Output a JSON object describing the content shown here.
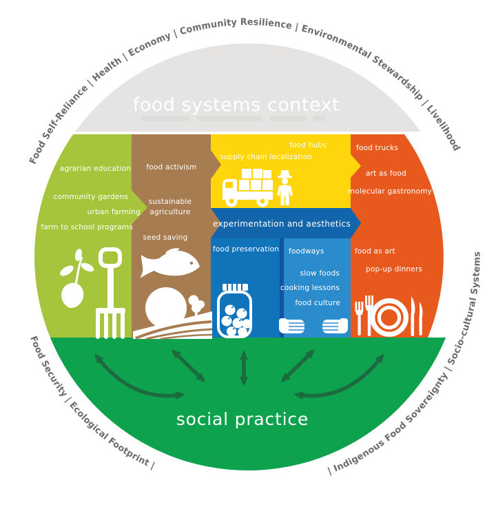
{
  "title": "food systems context",
  "social": {
    "label": "social practice"
  },
  "arcs": {
    "top": "Food Self-Reliance | Health | Economy | Community Resilience | Environmental Stewardship | Livelihood",
    "bottom_left": "Food Security | Ecological Footprint |",
    "bottom_right": "| Indigenous Food Sovereignty | Socio-cultural Systems"
  },
  "bands": {
    "green": {
      "items": [
        "agrarian education",
        "community gardens",
        "urban farming",
        "farm to school programs"
      ]
    },
    "brown": {
      "items": [
        "food activism",
        "sustainable",
        "agriculture",
        "seed saving"
      ]
    },
    "yellow": {
      "items": [
        "food hubs",
        "supply chain localization"
      ]
    },
    "banner": {
      "label": "experimentation and aesthetics"
    },
    "preservation": {
      "label": "food preservation"
    },
    "foodways": {
      "items": [
        "foodways",
        "slow foods",
        "cooking lessons",
        "food culture"
      ]
    },
    "orange": {
      "items": [
        "food trucks",
        "art as food",
        "molecular gastronomy",
        "food as art",
        "pop-up dinners"
      ]
    }
  },
  "icons": {
    "green": [
      "seedling-icon",
      "pitchfork-icon"
    ],
    "brown": [
      "fish-icon",
      "sun-over-field-icon"
    ],
    "yellow": [
      "delivery-truck-icon",
      "farmer-icon"
    ],
    "blue": [
      "preserving-jar-icon",
      "open-hands-icon"
    ],
    "orange": [
      "plate-and-cutlery-icon"
    ],
    "social": [
      "exchange-arrows"
    ]
  },
  "colors": {
    "gray_cap": "#e5e4e2",
    "ghost_text": "#d8d6d3",
    "green_band": "#a6c53c",
    "brown_band": "#a67c50",
    "yellow_band": "#ffd60b",
    "orange_band": "#e8591d",
    "banner_blue": "#1365ab",
    "preservation_blue": "#1173ba",
    "foodways_blue": "#2b8ccd",
    "column_gap_blue": "#0e57a0",
    "social_green": "#0fa24e",
    "arrow_green": "#1c6b40",
    "arc_text_gray": "#6b6b6b"
  }
}
